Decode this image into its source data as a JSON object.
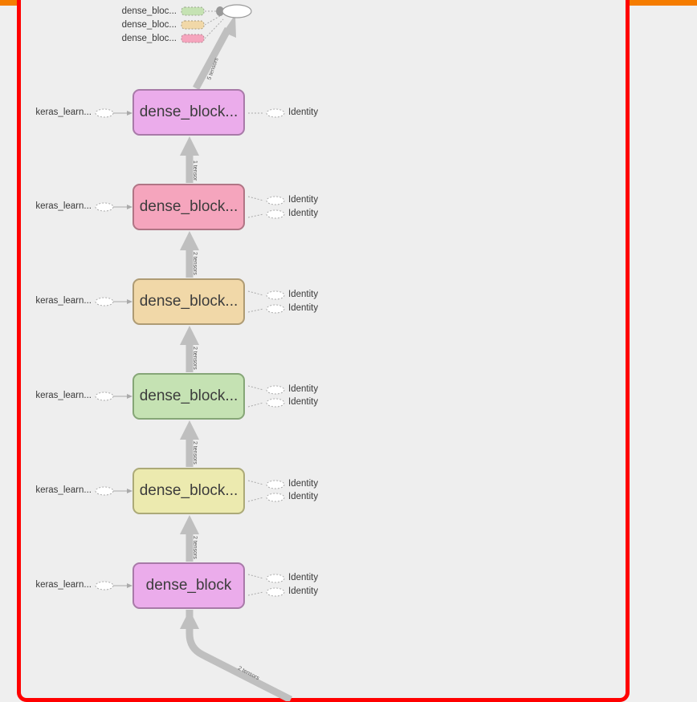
{
  "graph": {
    "node_labels": [
      "dense_block...",
      "dense_block...",
      "dense_block...",
      "dense_block...",
      "dense_block...",
      "dense_block"
    ],
    "node_colors": [
      {
        "fill": "#ebaceb",
        "stroke": "#a87aa8"
      },
      {
        "fill": "#f5a5bd",
        "stroke": "#b07585"
      },
      {
        "fill": "#f1d8a8",
        "stroke": "#ae9b74"
      },
      {
        "fill": "#c5e2b3",
        "stroke": "#86a677"
      },
      {
        "fill": "#eceaaf",
        "stroke": "#acaa78"
      },
      {
        "fill": "#ebaceb",
        "stroke": "#a87aa8"
      }
    ],
    "input_label": "keras_learn...",
    "identity_label": "Identity",
    "edge_label_top": "5 tensors",
    "edge_label_mid": "2 tensors",
    "edge_label_first": "1 tensor",
    "edge_label_bottom": "2 tensors",
    "top_inputs": [
      "dense_bloc...",
      "dense_bloc...",
      "dense_bloc..."
    ],
    "top_input_colors": [
      "#c5e2b3",
      "#f1d8a8",
      "#f5a5bd"
    ],
    "colors": {
      "edge": "#bfbfbf",
      "frame": "#ff0000",
      "topbar": "#f57c00"
    }
  }
}
